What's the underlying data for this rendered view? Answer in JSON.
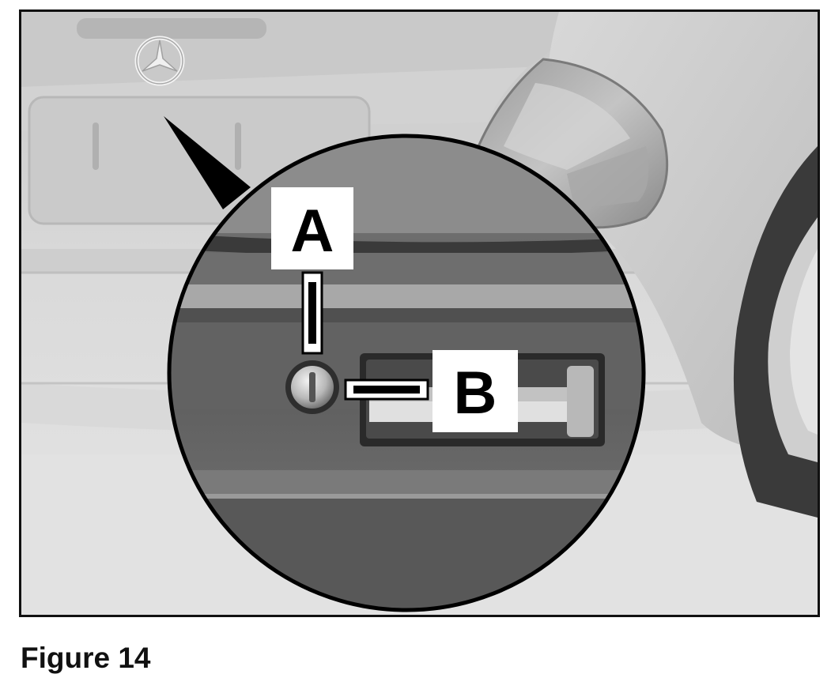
{
  "caption": "Figure 14",
  "callouts": {
    "a": "A",
    "b": "B"
  },
  "colors": {
    "frame": "#111111",
    "car_body": "#cfcfcf",
    "bumper_dark": "#5e5e5e",
    "label_bg": "#ffffff",
    "label_text": "#000000"
  }
}
